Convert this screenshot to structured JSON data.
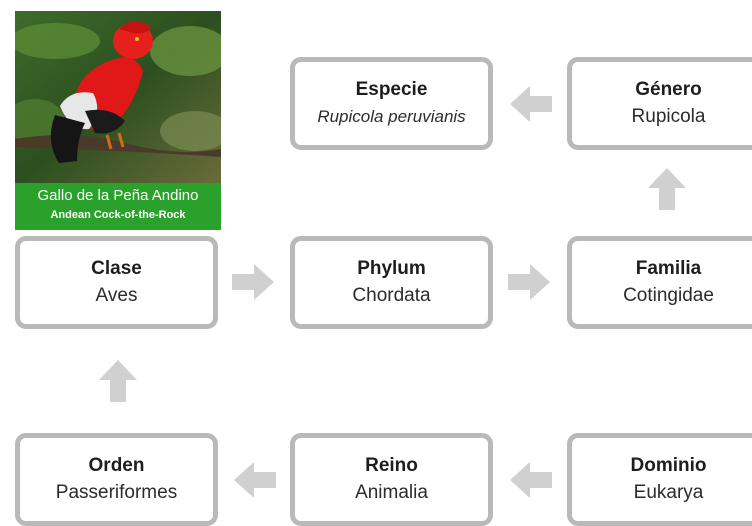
{
  "photo": {
    "caption_es": "Gallo de la Peña Andino",
    "caption_en": "Andean Cock-of-the-Rock",
    "caption_bg_color": "#2aa12a"
  },
  "nodes": {
    "especie": {
      "rank": "Especie",
      "value": "Rupicola peruvianis"
    },
    "genero": {
      "rank": "Género",
      "value": "Rupicola"
    },
    "clase": {
      "rank": "Clase",
      "value": "Aves"
    },
    "phylum": {
      "rank": "Phylum",
      "value": "Chordata"
    },
    "familia": {
      "rank": "Familia",
      "value": "Cotingidae"
    },
    "orden": {
      "rank": "Orden",
      "value": "Passeriformes"
    },
    "reino": {
      "rank": "Reino",
      "value": "Animalia"
    },
    "dominio": {
      "rank": "Dominio",
      "value": "Eukarya"
    }
  },
  "colors": {
    "box_border": "#b9b9b9",
    "arrow": "#d0d0d0"
  },
  "icons": {
    "arrow_left": "arrow-left-icon",
    "arrow_right": "arrow-right-icon",
    "arrow_up": "arrow-up-icon"
  }
}
